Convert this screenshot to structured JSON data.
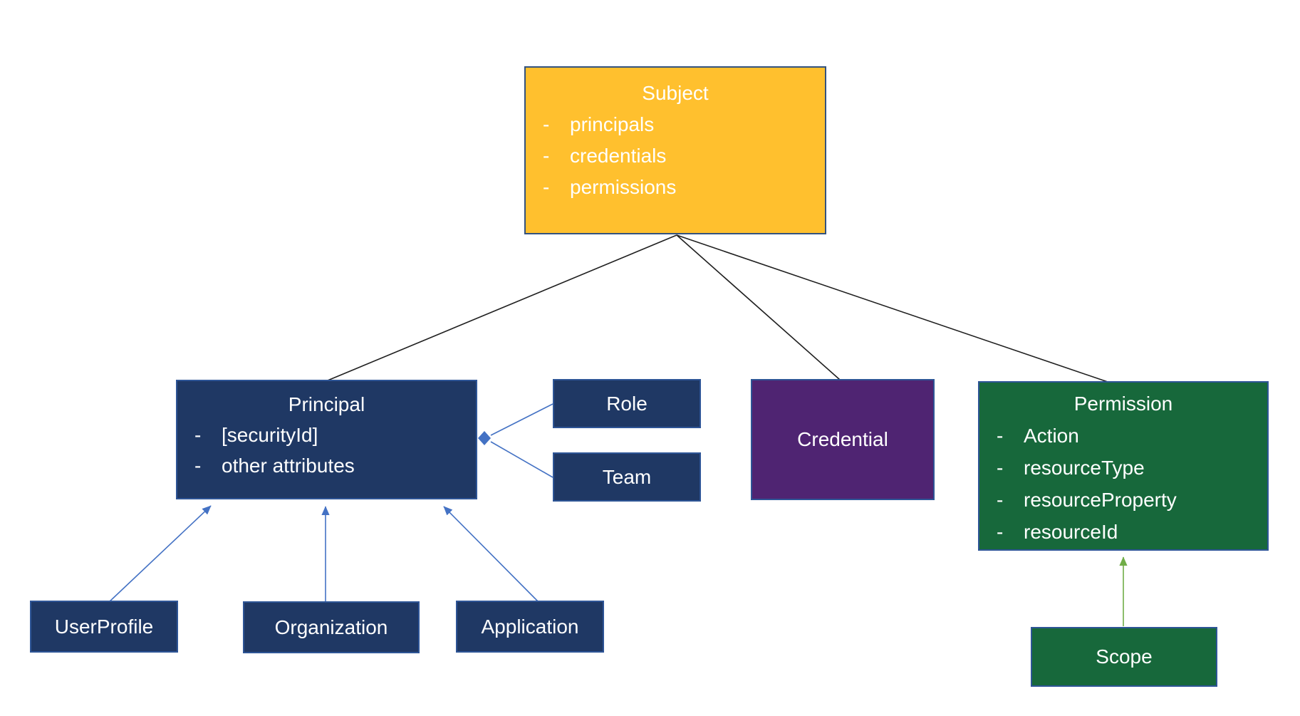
{
  "diagram": {
    "bullet": "-",
    "nodes": {
      "subject": {
        "title": "Subject",
        "items": [
          "principals",
          "credentials",
          "permissions"
        ],
        "fill": "#FFC02E"
      },
      "principal": {
        "title": "Principal",
        "items": [
          "[securityId]",
          "other attributes"
        ],
        "fill": "#1F3864"
      },
      "role": {
        "title": "Role",
        "fill": "#1F3864"
      },
      "team": {
        "title": "Team",
        "fill": "#1F3864"
      },
      "credential": {
        "title": "Credential",
        "fill": "#4F2472"
      },
      "permission": {
        "title": "Permission",
        "items": [
          "Action",
          "resourceType",
          "resourceProperty",
          "resourceId"
        ],
        "fill": "#17683B"
      },
      "userprofile": {
        "title": "UserProfile",
        "fill": "#1F3864"
      },
      "organization": {
        "title": "Organization",
        "fill": "#1F3864"
      },
      "application": {
        "title": "Application",
        "fill": "#1F3864"
      },
      "scope": {
        "title": "Scope",
        "fill": "#17683B"
      }
    },
    "edges": [
      {
        "from": "Subject",
        "to": "Principal",
        "type": "line"
      },
      {
        "from": "Subject",
        "to": "Credential",
        "type": "line"
      },
      {
        "from": "Subject",
        "to": "Permission",
        "type": "line"
      },
      {
        "from": "Role",
        "to": "Principal",
        "type": "arrow-diamond"
      },
      {
        "from": "Team",
        "to": "Principal",
        "type": "arrow-diamond"
      },
      {
        "from": "UserProfile",
        "to": "Principal",
        "type": "arrow"
      },
      {
        "from": "Organization",
        "to": "Principal",
        "type": "arrow"
      },
      {
        "from": "Application",
        "to": "Principal",
        "type": "arrow"
      },
      {
        "from": "Scope",
        "to": "Permission",
        "type": "arrow"
      }
    ],
    "colors": {
      "subject_fill": "#FFC02E",
      "navy_fill": "#1F3864",
      "credential_fill": "#4F2472",
      "green_fill": "#17683B",
      "box_border": "#2E5596",
      "connector_black": "#1F1F1F",
      "connector_blue": "#4472C4",
      "connector_green": "#70AD47",
      "text": "#FFFFFF"
    }
  }
}
